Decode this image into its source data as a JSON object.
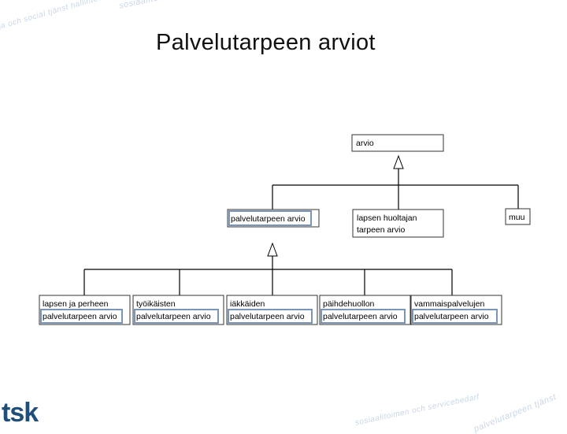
{
  "title": "Palvelutarpeen arviot",
  "logo": "tsk",
  "watermark": {
    "line1": "ga och social tjänst hallintoon ja Servicebedarf",
    "line2": "sosiaalitoimen saavutettavuus palveluntarve",
    "line3": "sosiaalitoimen och servicebedarf",
    "line4": "palvelutarpeen tjänst"
  },
  "boxes": {
    "arvio": {
      "text": "arvio"
    },
    "palvelutarpeen": {
      "text": "palvelutarpeen arvio"
    },
    "huoltaja": {
      "line1": "lapsen huoltajan",
      "line2": "tarpeen arvio"
    },
    "muu": {
      "text": "muu"
    },
    "lapsen": {
      "line1": "lapsen ja perheen",
      "line2": "palvelutarpeen arvio"
    },
    "tyoikaisten": {
      "line1": "työikäisten",
      "line2": "palvelutarpeen arvio"
    },
    "iakkaiden": {
      "line1": "iäkkäiden",
      "line2": "palvelutarpeen arvio"
    },
    "paihde": {
      "line1": "päihdehuollon",
      "line2": "palvelutarpeen arvio"
    },
    "vammais": {
      "line1": "vammaispalvelujen",
      "line2": "palvelutarpeen arvio"
    }
  },
  "colors": {
    "highlight": "#7b95b8",
    "line": "#000000",
    "boxBorder": "#333333",
    "logo": "#1f4e7a"
  }
}
